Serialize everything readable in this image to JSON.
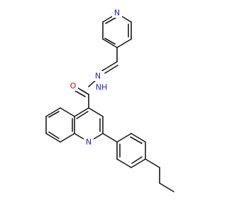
{
  "molecule": {
    "atoms": [
      {
        "id": "N_pyr",
        "label": "N",
        "color": "#1f1fcc"
      },
      {
        "id": "O_carbonyl",
        "label": "O",
        "color": "#d40000"
      },
      {
        "id": "NH_amide",
        "label": "NH",
        "color": "#1f1fcc"
      },
      {
        "id": "N_imine",
        "label": "N",
        "color": "#1f1fcc"
      },
      {
        "id": "N_quin",
        "label": "N",
        "color": "#1f1fcc"
      }
    ],
    "bond_color": "#1a1a1a",
    "background": "#ffffff"
  }
}
